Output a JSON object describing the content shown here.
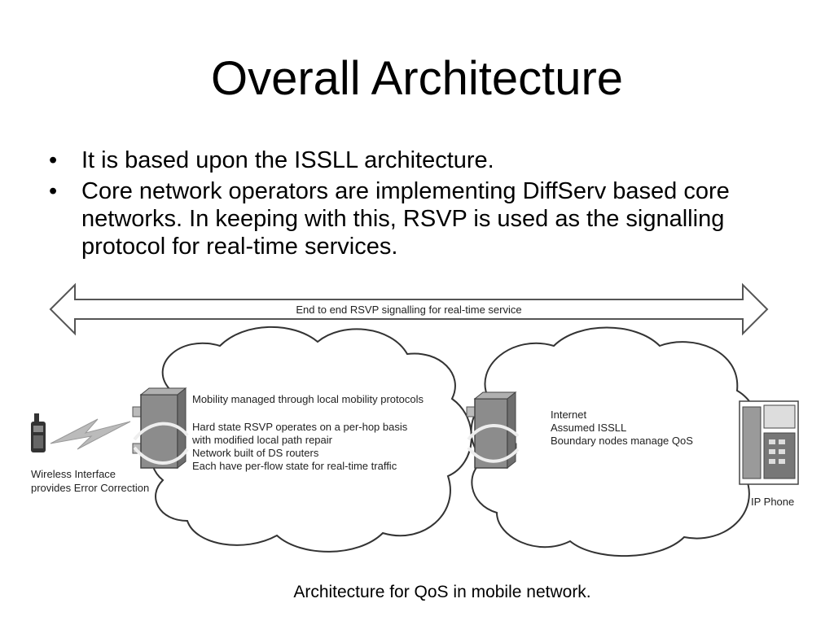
{
  "slide": {
    "title": "Overall Architecture",
    "bullets": [
      "It is based upon the ISSLL architecture.",
      "Core network operators are implementing DiffServ based core networks. In keeping with this, RSVP is used as the signalling protocol for real-time services."
    ],
    "caption": "Architecture for QoS in mobile network."
  },
  "diagram": {
    "arrow_label": "End to end RSVP signalling for real-time service",
    "mobile_cloud": {
      "line1": "Mobility managed through local mobility protocols",
      "line2": "Hard state RSVP operates on a per-hop basis",
      "line3": "with modified local path repair",
      "line4": "Network built of DS routers",
      "line5": "Each have per-flow state for real-time traffic"
    },
    "internet_cloud": {
      "line1": "Internet",
      "line2": "Assumed ISSLL",
      "line3": "Boundary nodes manage QoS"
    },
    "wireless_label_1": "Wireless Interface",
    "wireless_label_2": "provides Error Correction",
    "ip_phone_label": "IP Phone"
  }
}
